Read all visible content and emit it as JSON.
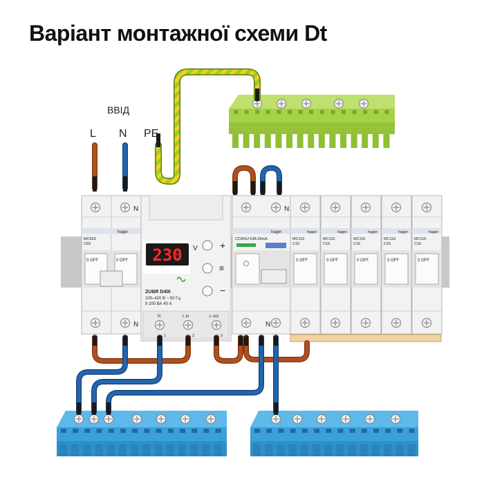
{
  "title": "Варіант монтажної схеми Dt",
  "input": {
    "heading": "ВВІД",
    "L": "L",
    "N": "N",
    "PE": "PE"
  },
  "devices": {
    "main_breaker": {
      "brand": "hager",
      "model": "MC563",
      "rating": "C63",
      "state": "0 OFF",
      "n_mark": "N"
    },
    "relay": {
      "display": "230",
      "unit": "V",
      "btn_plus": "+",
      "btn_menu": "≡",
      "btn_minus": "−",
      "model": "ZUBR D40t",
      "spec1": "100–420 В ~ 50 Гц",
      "spec2": "9 200 ВА   40 А",
      "t_n": "N",
      "t_lin": "L in",
      "t_lout": "L out",
      "n1": "1",
      "n2": "2",
      "n3": "3"
    },
    "rcd": {
      "brand": "hager",
      "model": "CD264J 63A 30mA",
      "n_mark": "N"
    },
    "breakers": [
      {
        "brand": "hager",
        "model": "MC116",
        "rating": "C16",
        "state": "0 OFF"
      },
      {
        "brand": "hager",
        "model": "MC116",
        "rating": "C16",
        "state": "0 OFF"
      },
      {
        "brand": "hager",
        "model": "MC116",
        "rating": "C16",
        "state": "0 OFF"
      },
      {
        "brand": "hager",
        "model": "MC116",
        "rating": "C16",
        "state": "0 OFF"
      },
      {
        "brand": "hager",
        "model": "MC116",
        "rating": "C16",
        "state": "0 OFF"
      }
    ]
  },
  "colors": {
    "phase": "#b0501e",
    "neutral": "#2266b0",
    "pe_green": "#9ccc2c",
    "pe_yellow": "#f3d21c",
    "bus_blue": "#3aa0dc",
    "bus_green": "#a6d24a",
    "display_red": "#ff2a2a"
  }
}
